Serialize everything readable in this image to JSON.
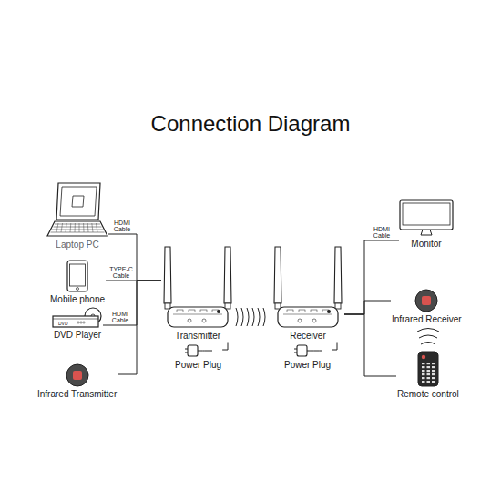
{
  "diagram": {
    "title": "Connection Diagram",
    "nodes": [
      {
        "text": [
          "Laptop PC"
        ]
      },
      {
        "text": [
          "Mobile phone"
        ]
      },
      {
        "text": [
          "DVD Player"
        ]
      },
      {
        "text": [
          "Infrared Transmitter"
        ]
      },
      {
        "text": [
          "Transmitter"
        ]
      },
      {
        "text": [
          "Power Plug"
        ]
      },
      {
        "text": [
          "Receiver"
        ]
      },
      {
        "text": [
          "Power Plug"
        ]
      },
      {
        "text": [
          "Monitor"
        ]
      },
      {
        "text": [
          "Infrared Receiver"
        ]
      },
      {
        "text": [
          "Remote control"
        ]
      }
    ],
    "edges": [
      {
        "from": 0,
        "to": 4,
        "label": "HDMI Cable",
        "arrow": "none"
      },
      {
        "from": 1,
        "to": 4,
        "label": "TYPE-C Cable",
        "arrow": "none"
      },
      {
        "from": 2,
        "to": 4,
        "label": "HDMI Cable",
        "arrow": "none"
      },
      {
        "from": 3,
        "to": 4,
        "arrow": "none"
      },
      {
        "from": 5,
        "to": 4,
        "arrow": "none"
      },
      {
        "from": 7,
        "to": 6,
        "arrow": "none"
      },
      {
        "from": 6,
        "to": 8,
        "label": "HDMI Cable",
        "arrow": "none"
      },
      {
        "from": 6,
        "to": 9,
        "arrow": "none"
      },
      {
        "from": 6,
        "to": 10,
        "arrow": "none"
      }
    ],
    "labels": [
      "DVD"
    ]
  }
}
